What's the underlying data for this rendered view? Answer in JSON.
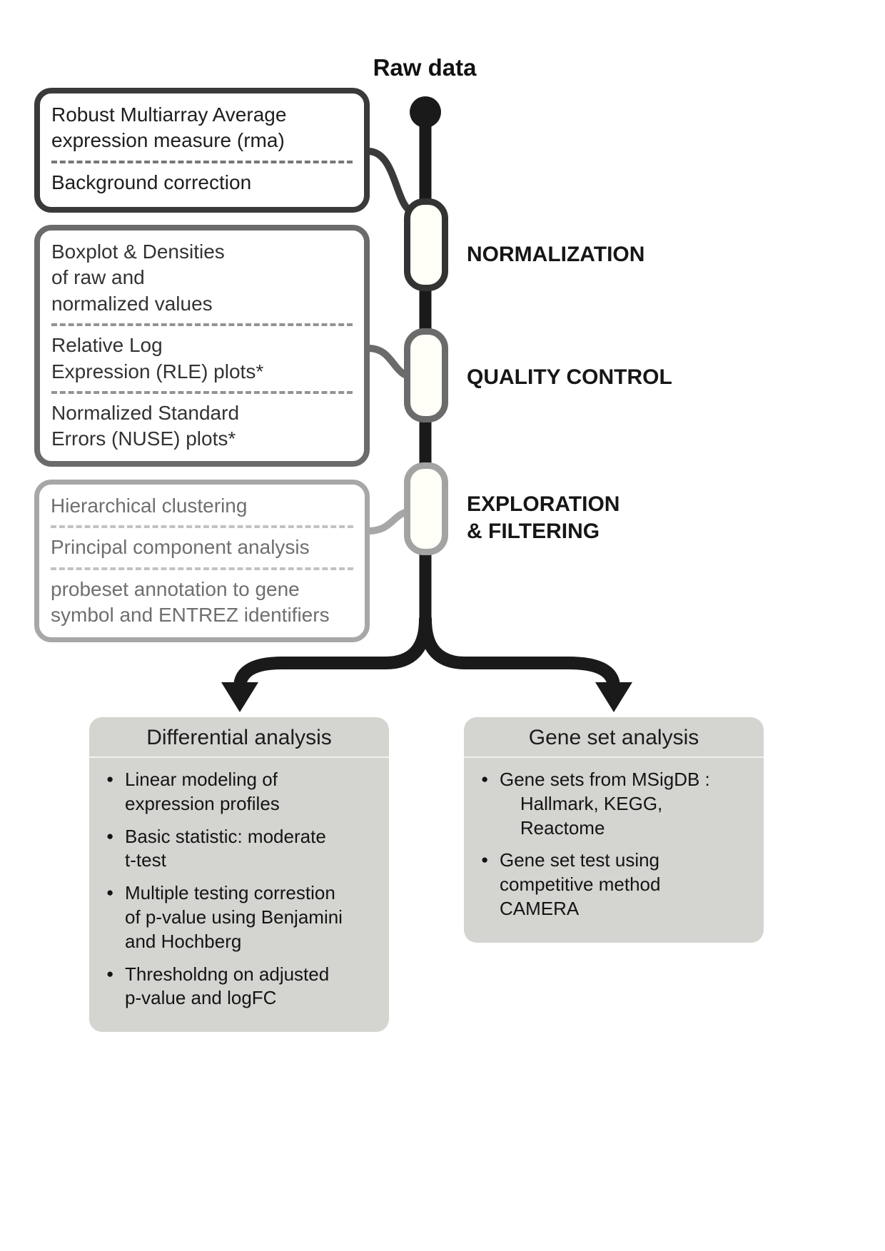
{
  "raw_data_label": "Raw data",
  "stages": [
    "NORMALIZATION",
    "QUALITY CONTROL",
    "EXPLORATION\n& FILTERING"
  ],
  "left_boxes": [
    {
      "items": [
        "Robust Multiarray Average\nexpression measure (rma)",
        "Background correction"
      ]
    },
    {
      "items": [
        "Boxplot & Densities\nof raw and\nnormalized values",
        "Relative Log\nExpression (RLE) plots*",
        "Normalized Standard\nErrors (NUSE) plots*"
      ]
    },
    {
      "items": [
        "Hierarchical clustering",
        "Principal component analysis",
        "probeset annotation to gene\nsymbol and ENTREZ identifiers"
      ]
    }
  ],
  "bottom_boxes": [
    {
      "title": "Differential analysis",
      "bullets": [
        "Linear modeling of\nexpression profiles",
        "Basic statistic: moderate\nt-test",
        "Multiple testing correstion\nof p-value using Benjamini\nand Hochberg",
        "Thresholdng on adjusted\np-value and logFC"
      ]
    },
    {
      "title": "Gene set analysis",
      "bullets": [
        "Gene sets from MSigDB :\n    Hallmark, KEGG,\n    Reactome",
        "Gene set test using\ncompetitive method\nCAMERA"
      ]
    }
  ],
  "colors": {
    "spine": "#1a1a1a",
    "stage1_border": "#333333",
    "stage2_border": "#6b6b6b",
    "stage3_border": "#a3a3a3",
    "bottom_box_fill": "#d4d4d1",
    "node_fill": "#fffef7"
  }
}
